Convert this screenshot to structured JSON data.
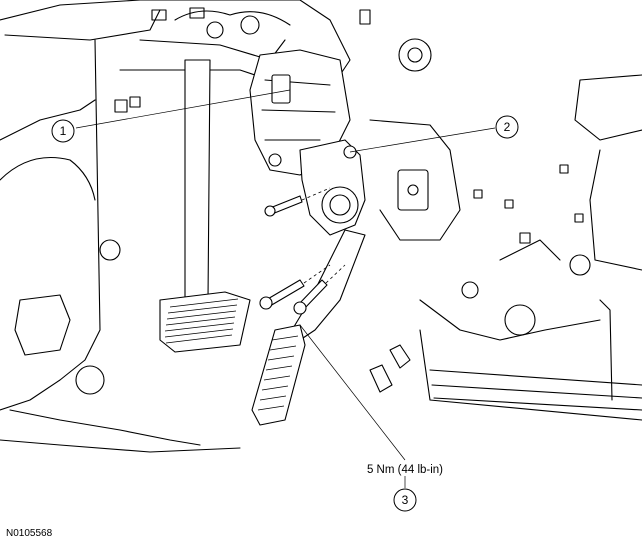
{
  "callouts": [
    {
      "id": "1",
      "label": "1"
    },
    {
      "id": "2",
      "label": "2"
    },
    {
      "id": "3",
      "label": "3"
    }
  ],
  "torque_spec": "5 Nm (44 lb-in)",
  "figure_id": "N0105568"
}
